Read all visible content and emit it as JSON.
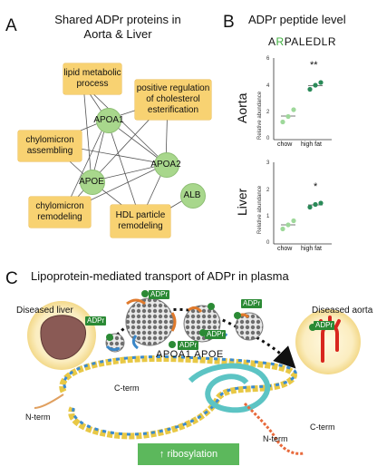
{
  "panel_a": {
    "letter": "A",
    "title_line1": "Shared ADPr proteins in",
    "title_line2": "Aorta & Liver",
    "boxes": {
      "lipid_metabolic": "lipid metabolic process",
      "cholesterol": "positive regulation of cholesterol esterification",
      "chylomicron_assembling": "chylomicron assembling",
      "chylomicron_remodeling": "chylomicron remodeling",
      "hdl": "HDL particle remodeling"
    },
    "nodes": {
      "apoa1": "APOA1",
      "apoa2": "APOA2",
      "apoe": "APOE",
      "alb": "ALB"
    }
  },
  "panel_b": {
    "letter": "B",
    "title": "ADPr peptide level",
    "peptide_highlight": "A",
    "peptide_green": "R",
    "peptide_rest": "PALEDLR",
    "aorta_label": "Aorta",
    "liver_label": "Liver",
    "ylabel": "Relative abundance",
    "aorta_ticks": [
      "0",
      "2",
      "4",
      "6"
    ],
    "liver_ticks": [
      "0",
      "1",
      "2",
      "3"
    ],
    "categories": [
      "chow",
      "high fat"
    ],
    "aorta_sig": "**",
    "liver_sig": "*"
  },
  "chart_data": [
    {
      "type": "scatter",
      "name": "Aorta",
      "ylabel": "Relative abundance",
      "categories": [
        "chow",
        "high fat"
      ],
      "ylim": [
        0,
        6
      ],
      "series": [
        {
          "values": [
            1.3,
            1.7,
            2.2
          ]
        },
        {
          "values": [
            3.7,
            4.0,
            4.2
          ]
        }
      ],
      "annotation": "**",
      "colors": [
        "#9ed89a",
        "#2a8a58"
      ]
    },
    {
      "type": "scatter",
      "name": "Liver",
      "ylabel": "Relative abundance",
      "categories": [
        "chow",
        "high fat"
      ],
      "ylim": [
        0,
        3
      ],
      "series": [
        {
          "values": [
            0.55,
            0.7,
            0.85
          ]
        },
        {
          "values": [
            1.35,
            1.45,
            1.5
          ]
        }
      ],
      "annotation": "*",
      "colors": [
        "#9ed89a",
        "#2a8a58"
      ]
    }
  ],
  "panel_c": {
    "letter": "C",
    "title": "Lipoprotein-mediated  transport  of ADPr in plasma",
    "diseased_liver": "Diseased liver",
    "diseased_aorta": "Diseased aorta",
    "adpr": "ADPr",
    "apoa1": "APOA1",
    "apoe": "APOE",
    "c_term": "C-term",
    "n_term": "N-term",
    "c_term2": "C-term",
    "n_term2": "N-term",
    "ribosylation": "↑ ribosylation"
  }
}
